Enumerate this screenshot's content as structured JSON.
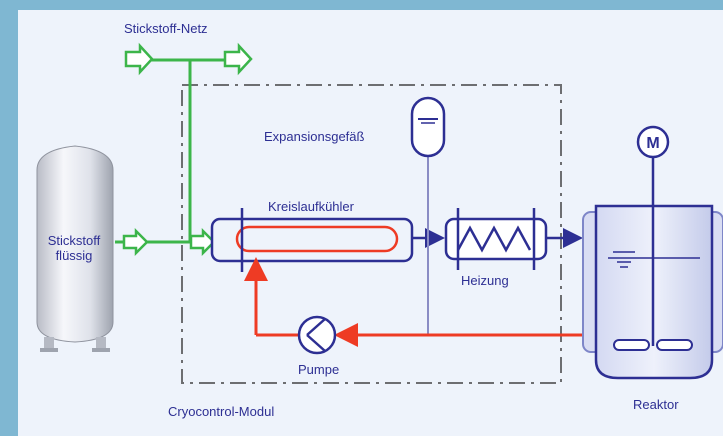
{
  "labels": {
    "nitrogen_network": "Stickstoff-Netz",
    "expansion_vessel": "Expansionsgefäß",
    "recirculation_cooler": "Kreislaufkühler",
    "liquid_nitrogen_line1": "Stickstoff",
    "liquid_nitrogen_line2": "flüssig",
    "heater": "Heizung",
    "pump": "Pumpe",
    "module": "Cryocontrol-Modul",
    "reactor": "Reaktor",
    "motor": "M"
  },
  "colors": {
    "nitrogen_line": "#3cb54a",
    "return_line": "#ee3b24",
    "process_line": "#2d2f93",
    "module_border": "#6d6e71",
    "panel": "#eef3fb"
  },
  "icons": [
    "nitrogen-tank-icon",
    "motor-icon",
    "pump-icon",
    "heater-coil-icon",
    "expansion-vessel-icon",
    "reactor-vessel-icon",
    "agitator-icon"
  ]
}
